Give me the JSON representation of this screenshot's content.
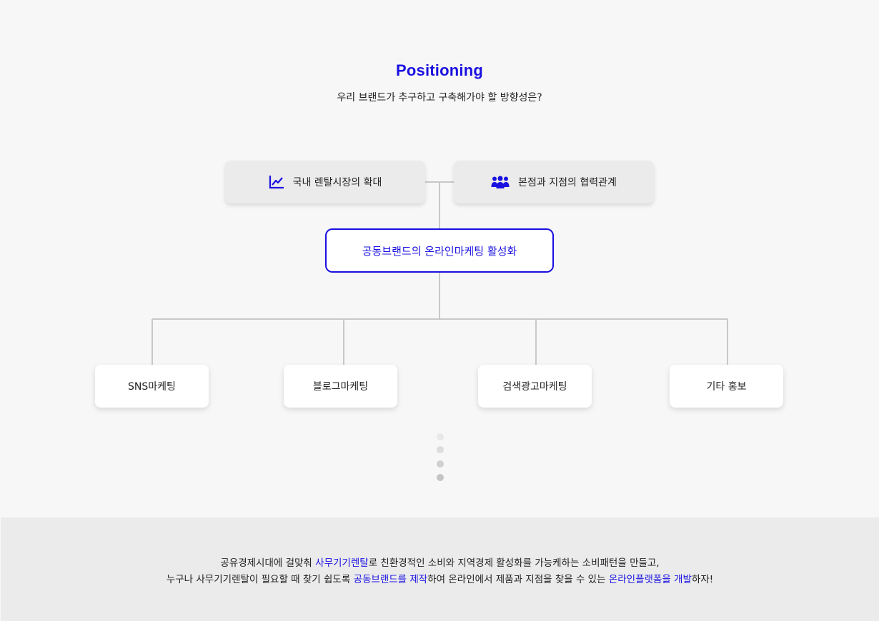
{
  "header": {
    "title": "Positioning",
    "subtitle": "우리 브랜드가 추구하고 구축해가야 할 방향성은?"
  },
  "diagram": {
    "top_left": {
      "label": "국내 렌탈시장의 확대",
      "icon": "line-chart-icon"
    },
    "top_right": {
      "label": "본점과 지점의 협력관계",
      "icon": "users-group-icon"
    },
    "core": {
      "label": "공동브랜드의 온라인마케팅 활성화"
    },
    "branches": [
      {
        "label": "SNS마케팅"
      },
      {
        "label": "블로그마케팅"
      },
      {
        "label": "검색광고마케팅"
      },
      {
        "label": "기타 홍보"
      }
    ]
  },
  "colors": {
    "accent": "#1a10e0",
    "background": "#f7f7f7",
    "footer_bg": "#ebebeb",
    "connector": "#c8c8c8"
  },
  "footer": {
    "line1": {
      "p1": "공유경제시대에 걸맞춰 ",
      "h1": "사무기기렌탈",
      "p2": "로 친환경적인 소비와 지역경제 활성화를 가능케하는 소비패턴을 만들고,"
    },
    "line2": {
      "p1": "누구나 사무기기렌탈이 필요할 때 찾기 쉽도록 ",
      "h1": "공동브랜드를 제작",
      "p2": "하여 온라인에서 제품과 지점을 찾을 수 있는 ",
      "h2": "온라인플랫폼을 개발",
      "p3": "하자!"
    }
  }
}
